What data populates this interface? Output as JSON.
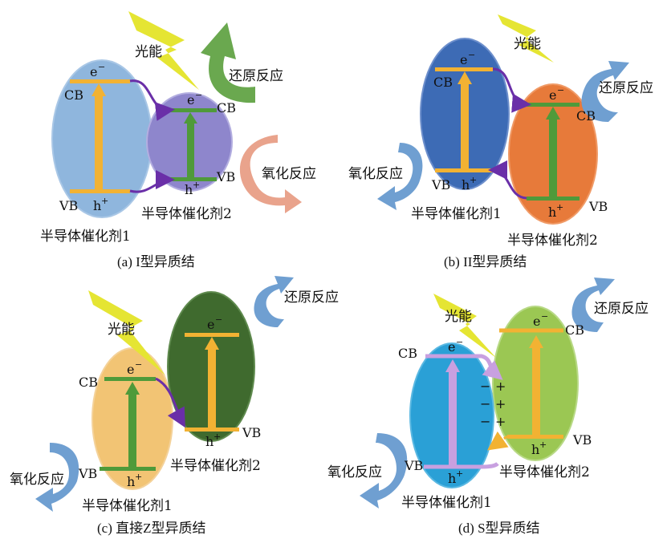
{
  "common": {
    "light_label": "光能",
    "reduction_label": "还原反应",
    "oxidation_label": "氧化反应",
    "cb_label": "CB",
    "vb_label": "VB",
    "electron": "e",
    "hole": "h",
    "minus_sup": "−",
    "plus_sup": "+",
    "semi1_label": "半导体催化剂1",
    "semi2_label": "半导体催化剂2",
    "charge_plus": "+",
    "charge_minus": "−"
  },
  "panels": {
    "a": {
      "caption": "(a) I型异质结"
    },
    "b": {
      "caption": "(b) II型异质结"
    },
    "c": {
      "caption": "(c) 直接Z型异质结"
    },
    "d": {
      "caption": "(d) S型异质结"
    }
  },
  "colors": {
    "band_orange": "#f2b233",
    "band_green": "#4f9a3a",
    "arrow_purple": "#6a2fa8",
    "reduction_arrow": "#6aa84f",
    "oxidation_arrow": "#e9a38c",
    "blue_arrow": "#6f9fd1",
    "lightning": "#e5e533"
  }
}
